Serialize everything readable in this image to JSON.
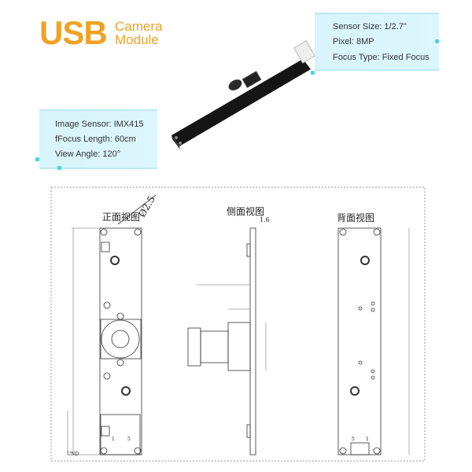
{
  "header": {
    "brand": "USB",
    "subtitle_line1": "Camera",
    "subtitle_line2": "Module"
  },
  "specs_right": [
    "Sensor Size: 1/2.7\"",
    "Pixel: 8MP",
    "Focus Type: Fixed Focus"
  ],
  "specs_left": [
    "Image Sensor: IMX415",
    "fFocus Length: 60cm",
    "View Angle: 120°"
  ],
  "drawing": {
    "front_view_label": "正面视图",
    "side_view_label": "侧面视图",
    "back_view_label": "背面视图",
    "hole_diameter": "Ø2.5",
    "thickness": "1.6",
    "pin_front": [
      "1",
      "5"
    ],
    "pin_back": [
      "5",
      "1"
    ],
    "gnd_label": "UND"
  },
  "colors": {
    "brand": "#f0a226",
    "panel": "#d4f3fb",
    "accent": "#4fd2f0",
    "pcb": "#151515"
  }
}
